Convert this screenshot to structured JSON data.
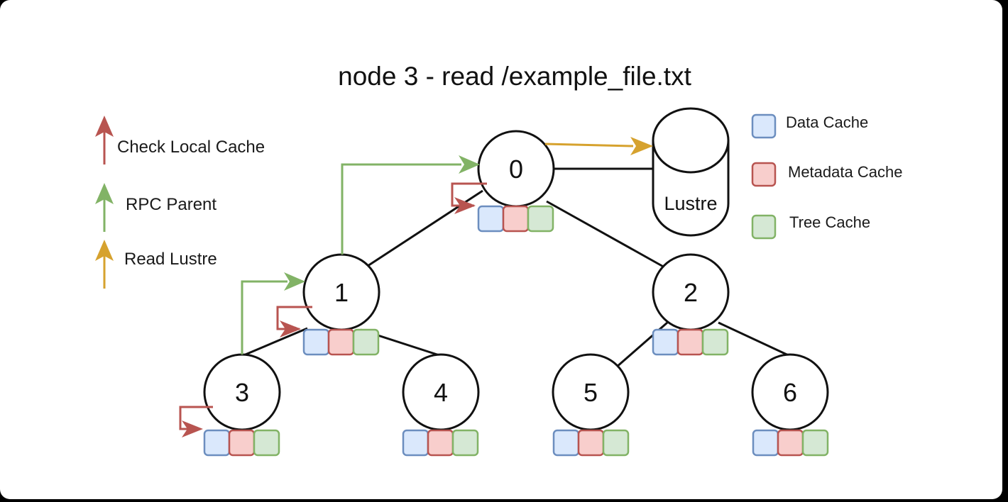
{
  "title": "node 3 - read /example_file.txt",
  "arrow_legend": [
    {
      "label": "Check Local Cache",
      "color": "#b85450"
    },
    {
      "label": "RPC Parent",
      "color": "#82b366"
    },
    {
      "label": "Read Lustre",
      "color": "#d6a22e"
    }
  ],
  "cache_legend": [
    {
      "label": "Data Cache",
      "fill": "#dae8fc",
      "stroke": "#6c8ebf"
    },
    {
      "label": "Metadata Cache",
      "fill": "#f8cecc",
      "stroke": "#b85450"
    },
    {
      "label": "Tree Cache",
      "fill": "#d5e8d4",
      "stroke": "#82b366"
    }
  ],
  "nodes": [
    "0",
    "1",
    "2",
    "3",
    "4",
    "5",
    "6"
  ],
  "storage": {
    "label": "Lustre"
  }
}
